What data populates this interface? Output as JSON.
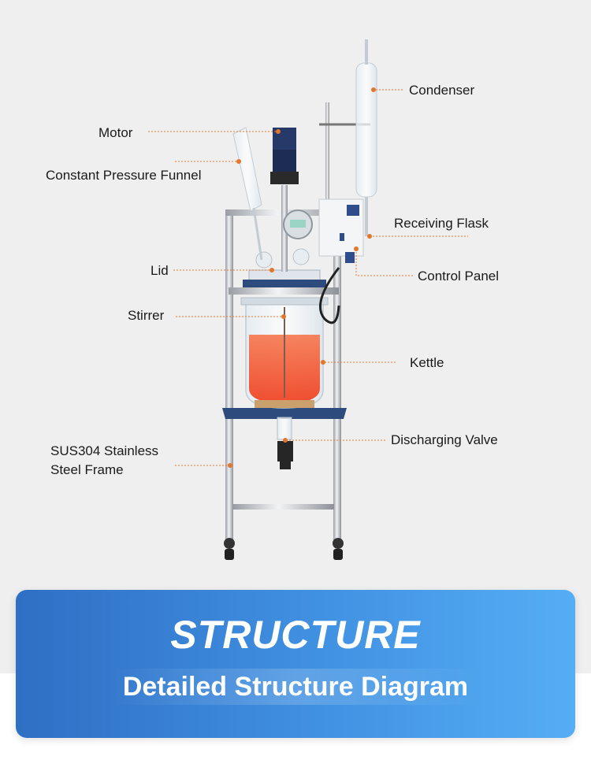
{
  "labels": {
    "condenser": "Condenser",
    "motor": "Motor",
    "funnel": "Constant Pressure Funnel",
    "receiving_flask": "Receiving Flask",
    "control_panel": "Control Panel",
    "lid": "Lid",
    "stirrer": "Stirrer",
    "kettle": "Kettle",
    "discharging_valve": "Discharging Valve",
    "frame_line1": "SUS304 Stainless",
    "frame_line2": "Steel Frame"
  },
  "banner": {
    "title": "STRUCTURE",
    "subtitle": "Detailed Structure Diagram"
  },
  "colors": {
    "leader_line": "#e2772b",
    "liquid": "#f4582e",
    "frame_blue": "#2e4b7d",
    "banner_start": "#2f6fc4",
    "banner_end": "#55aef5"
  }
}
